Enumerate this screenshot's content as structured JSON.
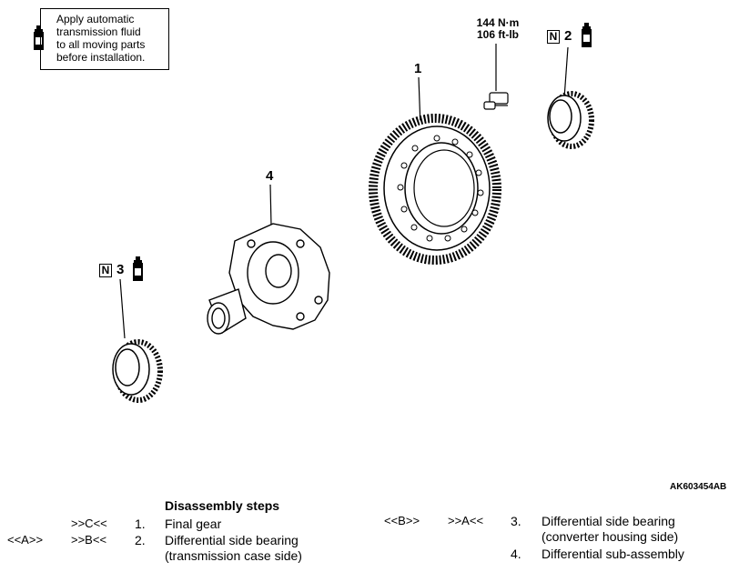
{
  "note": {
    "text": "Apply automatic\ntransmission fluid\nto all moving parts\nbefore installation."
  },
  "torque": {
    "line1": "144 N·m",
    "line2": "106 ft-lb"
  },
  "callouts": {
    "c1": "1",
    "c2": "2",
    "c3": "3",
    "c4": "4",
    "n_mark": "N"
  },
  "figure_code": "AK603454AB",
  "steps": {
    "title": "Disassembly steps",
    "items": [
      {
        "num": "1.",
        "install": "",
        "remove": ">>C<<",
        "text": "Final gear"
      },
      {
        "num": "2.",
        "install": "<<A>>",
        "remove": ">>B<<",
        "text": "Differential side bearing\n(transmission case side)"
      },
      {
        "num": "3.",
        "install": "<<B>>",
        "remove": ">>A<<",
        "text": "Differential side bearing\n(converter housing side)"
      },
      {
        "num": "4.",
        "install": "",
        "remove": "",
        "text": "Differential sub-assembly"
      }
    ]
  },
  "icons": [
    "fluid-bottle-icon",
    "new-part-n-icon"
  ],
  "colors": {
    "ink": "#000000",
    "paper": "#ffffff"
  }
}
